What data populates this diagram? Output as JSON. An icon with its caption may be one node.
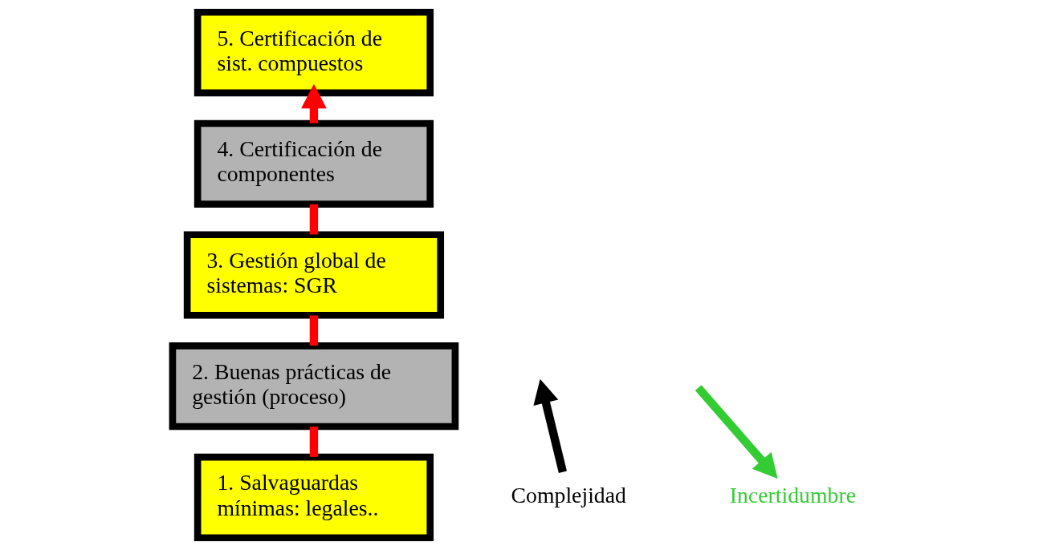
{
  "diagram": {
    "nodes": [
      {
        "text": [
          "1. Salvaguardas mínimas: legales.."
        ]
      },
      {
        "text": [
          "2. Buenas prácticas de gestión (proceso)"
        ]
      },
      {
        "text": [
          "3. Gestión global de sistemas: SGR"
        ]
      },
      {
        "text": [
          "4. Certificación de componentes"
        ]
      },
      {
        "text": [
          "5. Certificación de sist. compuestos"
        ]
      },
      {
        "text": [
          "Complejidad"
        ]
      },
      {
        "text": [
          "Incertidumbre"
        ]
      }
    ],
    "edges": [
      {
        "from": 0,
        "to": 1,
        "arrow": "none",
        "color": "#ff0000"
      },
      {
        "from": 1,
        "to": 2,
        "arrow": "none",
        "color": "#ff0000"
      },
      {
        "from": 2,
        "to": 3,
        "arrow": "none",
        "color": "#ff0000"
      },
      {
        "from": 3,
        "to": 4,
        "arrow": "to",
        "color": "#ff0000"
      },
      {
        "from": 5,
        "to": null,
        "arrow": "to",
        "color": "#000000"
      },
      {
        "from": null,
        "to": 6,
        "arrow": "to",
        "color": "#33cc33"
      }
    ]
  }
}
